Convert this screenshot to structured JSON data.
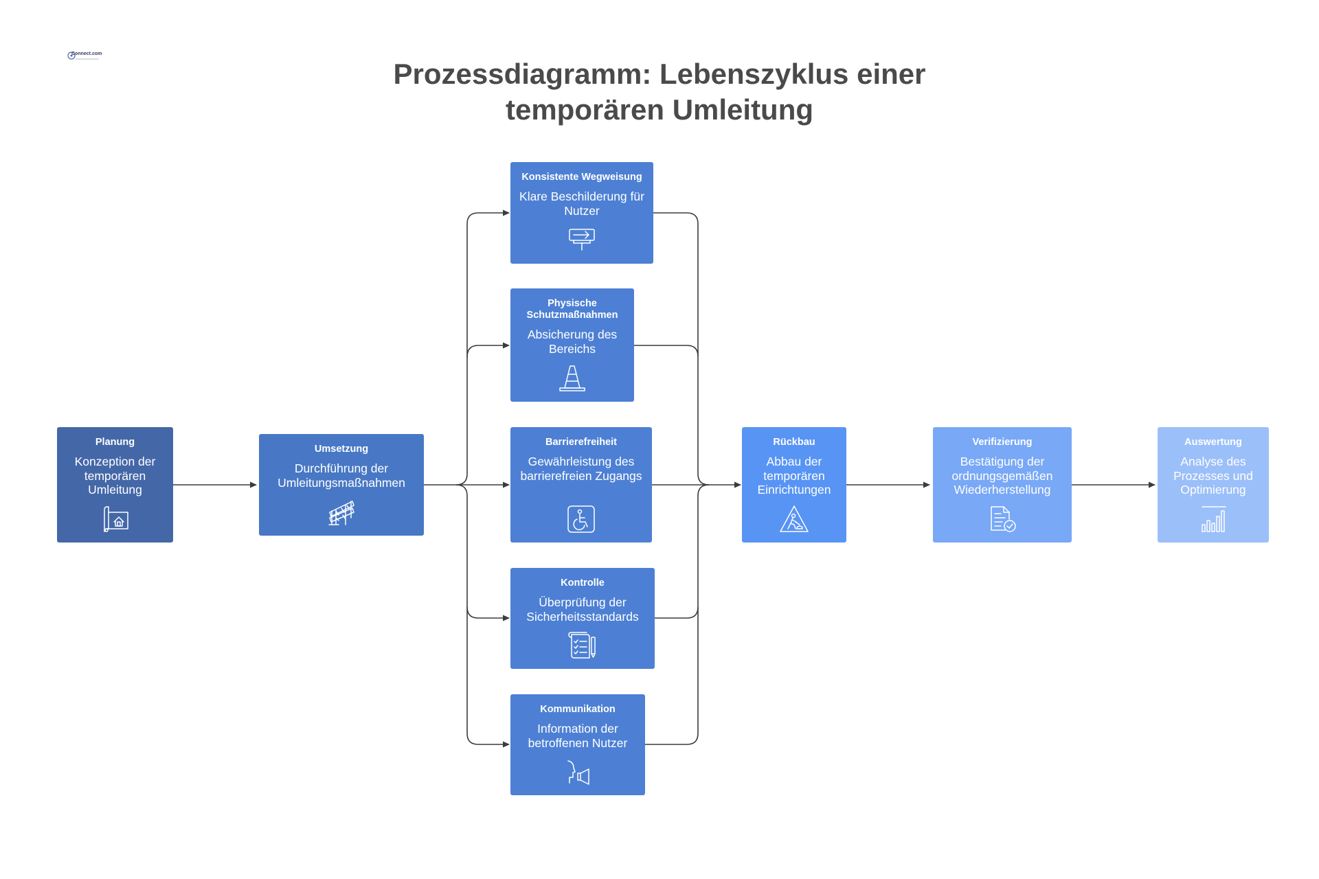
{
  "title": "Prozessdiagramm: Lebenszyklus einer temporären Umleitung",
  "logo_text": "Connect.com",
  "colors": {
    "planung": "#4467a8",
    "umsetzung": "#4878c5",
    "branch": "#4d80d4",
    "rueckbau": "#5894f4",
    "verifizierung": "#78a8f6",
    "auswertung": "#9bbff9",
    "connector": "#3c3c3c"
  },
  "nodes": {
    "planung": {
      "title": "Planung",
      "desc": "Konzeption der temporären Umleitung",
      "icon": "blueprint-house-icon"
    },
    "umsetzung": {
      "title": "Umsetzung",
      "desc": "Durchführung der Umleitungsmaßnahmen",
      "icon": "barrier-icon"
    },
    "wegweisung": {
      "title": "Konsistente Wegweisung",
      "desc": "Klare Beschilderung für Nutzer",
      "icon": "signpost-icon"
    },
    "schutz": {
      "title": "Physische Schutzmaßnahmen",
      "desc": "Absicherung des Bereichs",
      "icon": "traffic-cone-icon"
    },
    "barrierefreiheit": {
      "title": "Barrierefreiheit",
      "desc": "Gewährleistung des barrierefreien Zugangs",
      "icon": "wheelchair-icon"
    },
    "kontrolle": {
      "title": "Kontrolle",
      "desc": "Überprüfung der Sicherheitsstandards",
      "icon": "checklist-icon"
    },
    "kommunikation": {
      "title": "Kommunikation",
      "desc": "Information der betroffenen Nutzer",
      "icon": "megaphone-icon"
    },
    "rueckbau": {
      "title": "Rückbau",
      "desc": "Abbau der temporären Einrichtungen",
      "icon": "road-work-icon"
    },
    "verifizierung": {
      "title": "Verifizierung",
      "desc": "Bestätigung der ordnungsgemäßen Wiederherstellung",
      "icon": "document-check-icon"
    },
    "auswertung": {
      "title": "Auswertung",
      "desc": "Analyse des Prozesses und Optimierung",
      "icon": "bar-chart-icon"
    }
  }
}
